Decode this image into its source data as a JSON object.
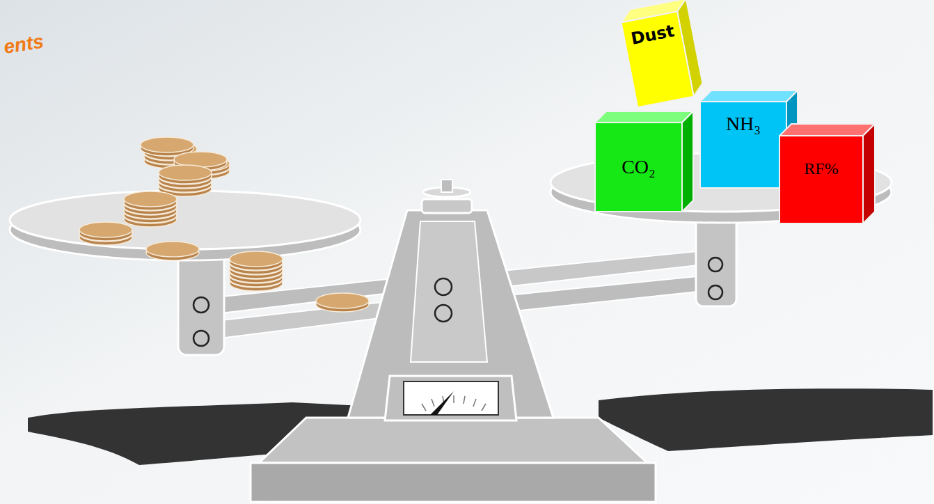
{
  "diagram": {
    "nodes": [
      {
        "text": [
          "Dust"
        ]
      },
      {
        "text": [
          "CO₂"
        ]
      },
      {
        "text": [
          "NH₃"
        ]
      },
      {
        "text": [
          "RF%"
        ]
      }
    ],
    "labels": [
      "ents"
    ]
  }
}
